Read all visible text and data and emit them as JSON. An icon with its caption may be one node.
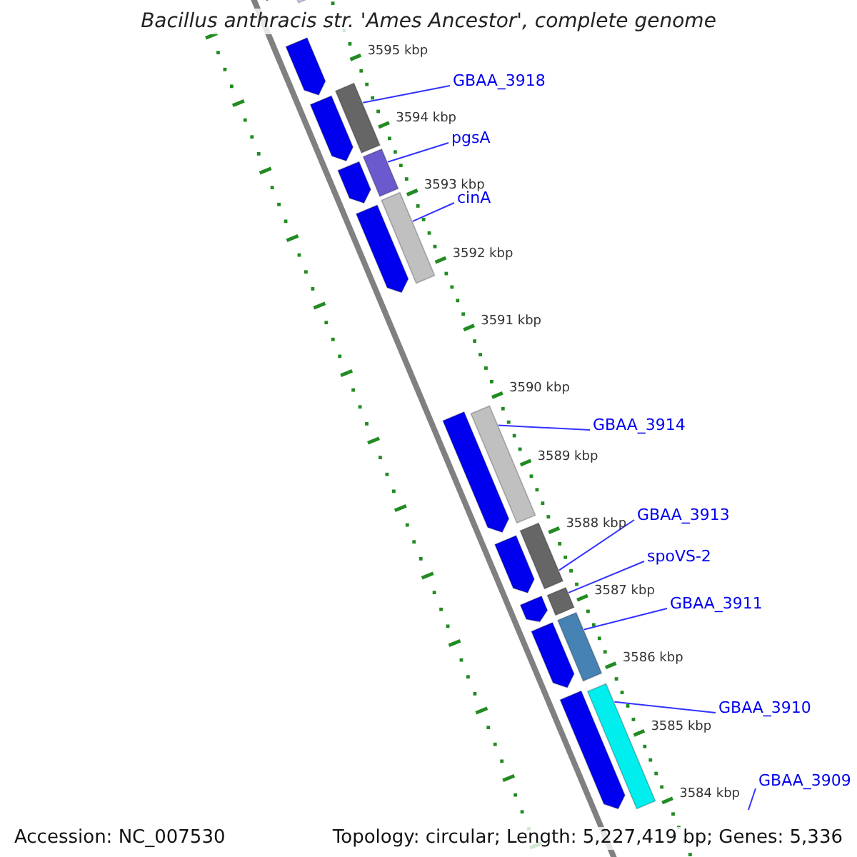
{
  "diagram": {
    "title": "Bacillus anthracis str. 'Ames Ancestor', complete genome",
    "nodes": [
      {
        "text": [
          "GBAA_3918"
        ]
      },
      {
        "text": [
          "pgsA"
        ]
      },
      {
        "text": [
          "cinA"
        ]
      },
      {
        "text": [
          "GBAA_3914"
        ]
      },
      {
        "text": [
          "GBAA_3913"
        ]
      },
      {
        "text": [
          "spoVS-2"
        ]
      },
      {
        "text": [
          "GBAA_3911"
        ]
      },
      {
        "text": [
          "GBAA_3910"
        ]
      },
      {
        "text": [
          "GBAA_3909"
        ]
      },
      {
        "text": [],
        "shape": "bar"
      },
      {
        "text": [],
        "shape": "bar"
      },
      {
        "text": [],
        "shape": "bar"
      },
      {
        "text": [],
        "shape": "bar"
      },
      {
        "text": [],
        "shape": "bar"
      },
      {
        "text": [],
        "shape": "bar"
      },
      {
        "text": [],
        "shape": "bar"
      },
      {
        "text": [],
        "shape": "bar"
      },
      {
        "text": [],
        "shape": "bar"
      },
      {
        "text": [],
        "shape": "bar"
      },
      {
        "text": [],
        "shape": "pentagon"
      },
      {
        "text": [],
        "shape": "pentagon"
      },
      {
        "text": [],
        "shape": "pentagon"
      },
      {
        "text": [],
        "shape": "pentagon"
      },
      {
        "text": [],
        "shape": "pentagon"
      },
      {
        "text": [],
        "shape": "pentagon"
      },
      {
        "text": [],
        "shape": "pentagon"
      },
      {
        "text": [],
        "shape": "pentagon"
      },
      {
        "text": [],
        "shape": "pentagon"
      }
    ],
    "edges": [
      {
        "from": 0,
        "to": 9,
        "arrow": "none"
      },
      {
        "from": 1,
        "to": 10,
        "arrow": "none"
      },
      {
        "from": 2,
        "to": 11,
        "arrow": "none"
      },
      {
        "from": 3,
        "to": 12,
        "arrow": "none"
      },
      {
        "from": 4,
        "to": 13,
        "arrow": "none"
      },
      {
        "from": 5,
        "to": 14,
        "arrow": "none"
      },
      {
        "from": 6,
        "to": 15,
        "arrow": "none"
      },
      {
        "from": 7,
        "to": 16,
        "arrow": "none"
      },
      {
        "from": 8,
        "to": null,
        "arrow": "none"
      }
    ],
    "labels": [
      "3595 kbp",
      "3594 kbp",
      "3593 kbp",
      "3592 kbp",
      "3591 kbp",
      "3590 kbp",
      "3589 kbp",
      "3588 kbp",
      "3587 kbp",
      "3586 kbp",
      "3585 kbp",
      "3584 kbp",
      "Accession: NC_007530",
      "Topology: circular; Length: 5,227,419 bp; Genes: 5,336"
    ]
  }
}
